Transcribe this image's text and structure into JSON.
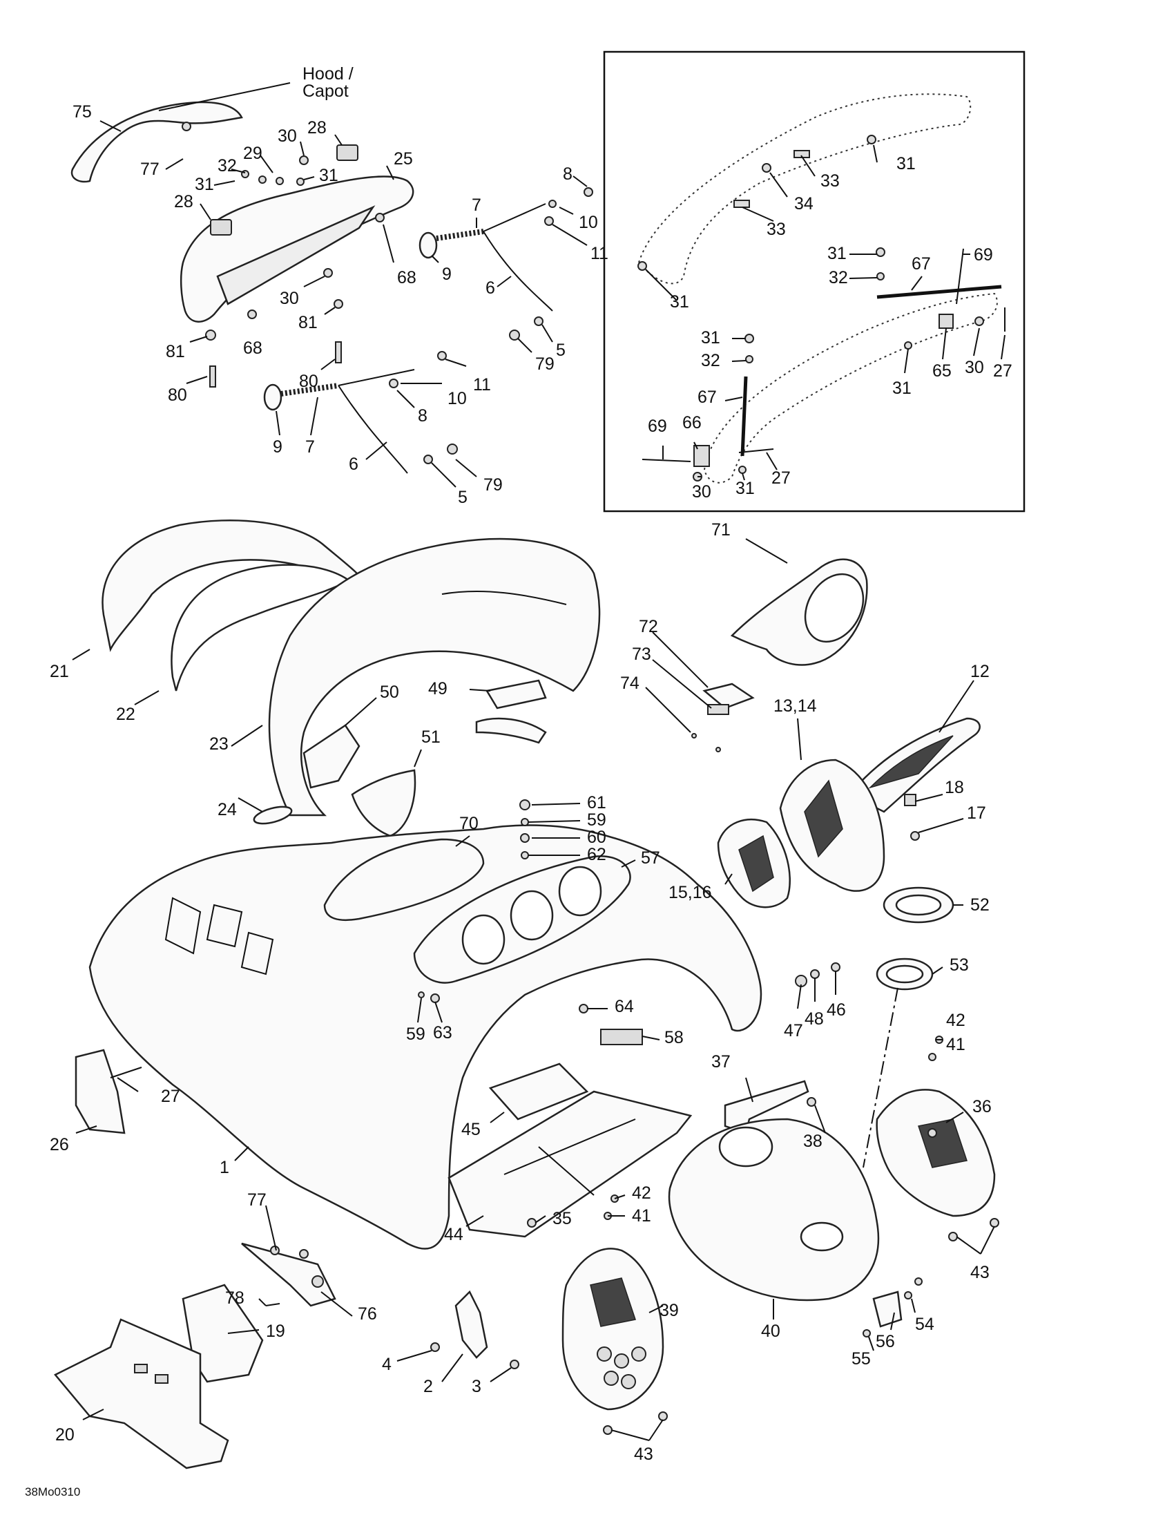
{
  "hood_label": [
    "Hood /",
    "Capot"
  ],
  "reference_code": "38Mo0310",
  "callouts": [
    {
      "id": "c75",
      "text": "75"
    },
    {
      "id": "c77a",
      "text": "77"
    },
    {
      "id": "c32a",
      "text": "32"
    },
    {
      "id": "c29",
      "text": "29"
    },
    {
      "id": "c30a",
      "text": "30"
    },
    {
      "id": "c28a",
      "text": "28"
    },
    {
      "id": "c25",
      "text": "25"
    },
    {
      "id": "c31a",
      "text": "31"
    },
    {
      "id": "c31b",
      "text": "31"
    },
    {
      "id": "c28b",
      "text": "28"
    },
    {
      "id": "c68a",
      "text": "68"
    },
    {
      "id": "c30b",
      "text": "30"
    },
    {
      "id": "c81a",
      "text": "81"
    },
    {
      "id": "c81b",
      "text": "81"
    },
    {
      "id": "c68b",
      "text": "68"
    },
    {
      "id": "c80a",
      "text": "80"
    },
    {
      "id": "c80b",
      "text": "80"
    },
    {
      "id": "c8a",
      "text": "8"
    },
    {
      "id": "c7a",
      "text": "7"
    },
    {
      "id": "c10a",
      "text": "10"
    },
    {
      "id": "c11a",
      "text": "11"
    },
    {
      "id": "c9a",
      "text": "9"
    },
    {
      "id": "c6a",
      "text": "6"
    },
    {
      "id": "c5a",
      "text": "5"
    },
    {
      "id": "c79a",
      "text": "79"
    },
    {
      "id": "c11b",
      "text": "11"
    },
    {
      "id": "c10b",
      "text": "10"
    },
    {
      "id": "c8b",
      "text": "8"
    },
    {
      "id": "c9b",
      "text": "9"
    },
    {
      "id": "c7b",
      "text": "7"
    },
    {
      "id": "c6b",
      "text": "6"
    },
    {
      "id": "c79b",
      "text": "79"
    },
    {
      "id": "c5b",
      "text": "5"
    },
    {
      "id": "c31c",
      "text": "31"
    },
    {
      "id": "c33a",
      "text": "33"
    },
    {
      "id": "c34",
      "text": "34"
    },
    {
      "id": "c33b",
      "text": "33"
    },
    {
      "id": "c31d",
      "text": "31"
    },
    {
      "id": "c32b",
      "text": "32"
    },
    {
      "id": "c67a",
      "text": "67"
    },
    {
      "id": "c69a",
      "text": "69"
    },
    {
      "id": "c31e",
      "text": "31"
    },
    {
      "id": "c31f",
      "text": "31"
    },
    {
      "id": "c32c",
      "text": "32"
    },
    {
      "id": "c30c",
      "text": "30"
    },
    {
      "id": "c27a",
      "text": "27"
    },
    {
      "id": "c65",
      "text": "65"
    },
    {
      "id": "c31g",
      "text": "31"
    },
    {
      "id": "c67b",
      "text": "67"
    },
    {
      "id": "c69b",
      "text": "69"
    },
    {
      "id": "c66",
      "text": "66"
    },
    {
      "id": "c27b",
      "text": "27"
    },
    {
      "id": "c30d",
      "text": "30"
    },
    {
      "id": "c31h",
      "text": "31"
    },
    {
      "id": "c71",
      "text": "71"
    },
    {
      "id": "c72",
      "text": "72"
    },
    {
      "id": "c73",
      "text": "73"
    },
    {
      "id": "c74",
      "text": "74"
    },
    {
      "id": "c12",
      "text": "12"
    },
    {
      "id": "c1314",
      "text": "13,14"
    },
    {
      "id": "c18",
      "text": "18"
    },
    {
      "id": "c17",
      "text": "17"
    },
    {
      "id": "c1516",
      "text": "15,16"
    },
    {
      "id": "c21",
      "text": "21"
    },
    {
      "id": "c22",
      "text": "22"
    },
    {
      "id": "c23",
      "text": "23"
    },
    {
      "id": "c24",
      "text": "24"
    },
    {
      "id": "c50",
      "text": "50"
    },
    {
      "id": "c49",
      "text": "49"
    },
    {
      "id": "c51",
      "text": "51"
    },
    {
      "id": "c61",
      "text": "61"
    },
    {
      "id": "c59a",
      "text": "59"
    },
    {
      "id": "c60",
      "text": "60"
    },
    {
      "id": "c62",
      "text": "62"
    },
    {
      "id": "c70",
      "text": "70"
    },
    {
      "id": "c57",
      "text": "57"
    },
    {
      "id": "c52",
      "text": "52"
    },
    {
      "id": "c53",
      "text": "53"
    },
    {
      "id": "c64",
      "text": "64"
    },
    {
      "id": "c59b",
      "text": "59"
    },
    {
      "id": "c63",
      "text": "63"
    },
    {
      "id": "c58",
      "text": "58"
    },
    {
      "id": "c42a",
      "text": "42"
    },
    {
      "id": "c41a",
      "text": "41"
    },
    {
      "id": "c46",
      "text": "46"
    },
    {
      "id": "c48",
      "text": "48"
    },
    {
      "id": "c47",
      "text": "47"
    },
    {
      "id": "c37",
      "text": "37"
    },
    {
      "id": "c38",
      "text": "38"
    },
    {
      "id": "c36",
      "text": "36"
    },
    {
      "id": "c27c",
      "text": "27"
    },
    {
      "id": "c26",
      "text": "26"
    },
    {
      "id": "c45",
      "text": "45"
    },
    {
      "id": "c1",
      "text": "1"
    },
    {
      "id": "c44",
      "text": "44"
    },
    {
      "id": "c35",
      "text": "35"
    },
    {
      "id": "c42b",
      "text": "42"
    },
    {
      "id": "c41b",
      "text": "41"
    },
    {
      "id": "c43a",
      "text": "43"
    },
    {
      "id": "c77b",
      "text": "77"
    },
    {
      "id": "c78",
      "text": "78"
    },
    {
      "id": "c76",
      "text": "76"
    },
    {
      "id": "c19",
      "text": "19"
    },
    {
      "id": "c40",
      "text": "40"
    },
    {
      "id": "c54",
      "text": "54"
    },
    {
      "id": "c4",
      "text": "4"
    },
    {
      "id": "c2",
      "text": "2"
    },
    {
      "id": "c3",
      "text": "3"
    },
    {
      "id": "c39",
      "text": "39"
    },
    {
      "id": "c56",
      "text": "56"
    },
    {
      "id": "c55",
      "text": "55"
    },
    {
      "id": "c20",
      "text": "20"
    },
    {
      "id": "c43b",
      "text": "43"
    }
  ]
}
